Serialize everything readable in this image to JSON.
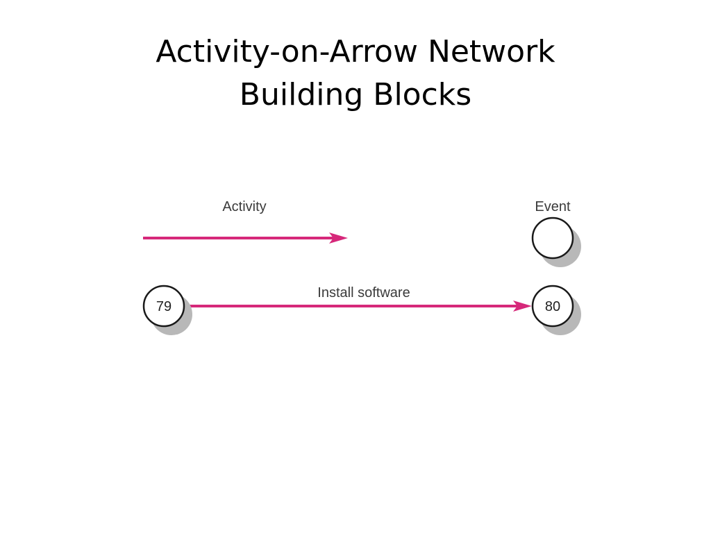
{
  "title": {
    "line1": "Activity-on-Arrow Network",
    "line2": "Building Blocks"
  },
  "legend": {
    "activity_label": "Activity",
    "event_label": "Event"
  },
  "example": {
    "activity_label": "Install software",
    "start_event": "79",
    "end_event": "80"
  },
  "colors": {
    "arrow": "#d6287a",
    "node_stroke": "#1a1a1a",
    "node_shadow": "#b8b8b8"
  }
}
